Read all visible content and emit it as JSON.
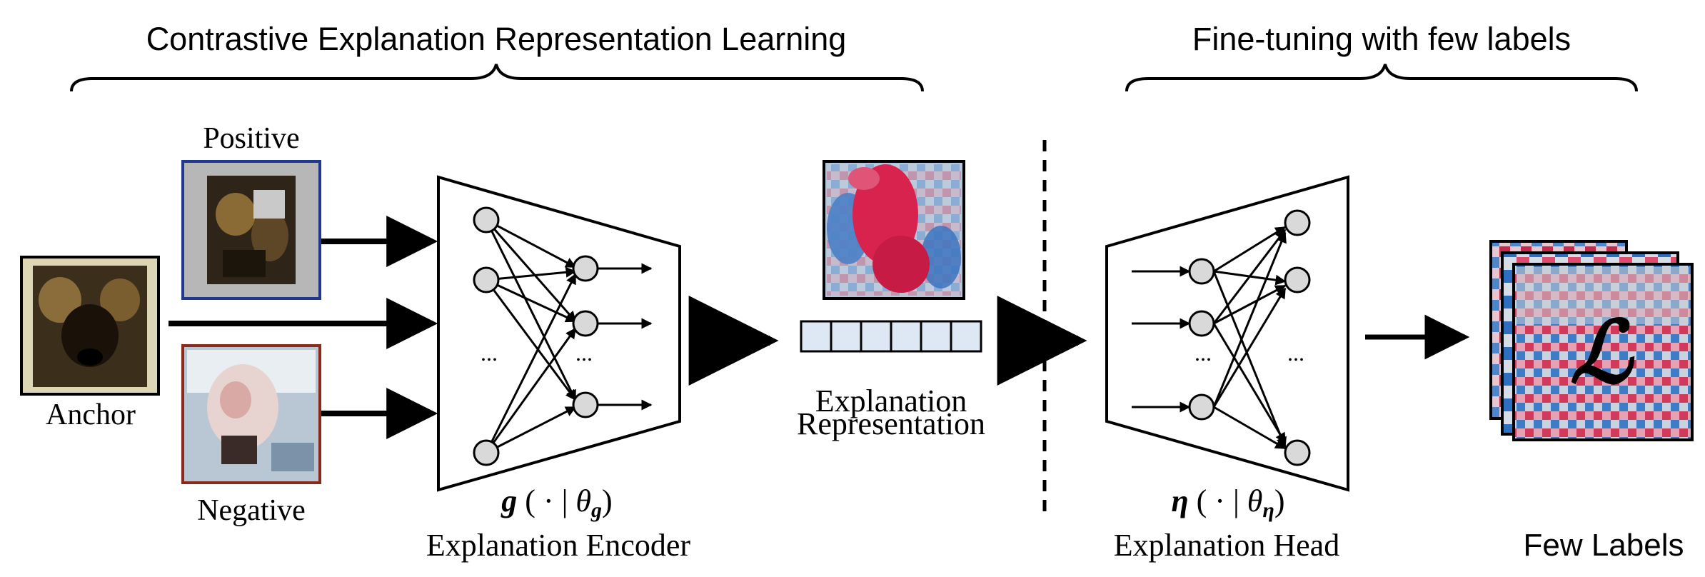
{
  "sections": {
    "left_title": "Contrastive Explanation Representation Learning",
    "right_title": "Fine-tuning with few labels"
  },
  "inputs": {
    "positive_label": "Positive",
    "anchor_label": "Anchor",
    "negative_label": "Negative"
  },
  "encoder": {
    "formula_fn": "g",
    "formula_param": "θ",
    "formula_sub": "g",
    "label": "Explanation Encoder",
    "ellipsis": "..."
  },
  "representation": {
    "label_line1": "Explanation",
    "label_line2": "Representation"
  },
  "head": {
    "formula_fn": "η",
    "formula_param": "θ",
    "formula_sub": "η",
    "label": "Explanation Head",
    "ellipsis": "..."
  },
  "output": {
    "loss_symbol": "ℒ",
    "label": "Few Labels"
  },
  "colors": {
    "positive_border": "#1f3a8c",
    "negative_border": "#8b2a1a",
    "vector_fill": "#dde8f4",
    "node_fill": "#d9d9d9"
  }
}
